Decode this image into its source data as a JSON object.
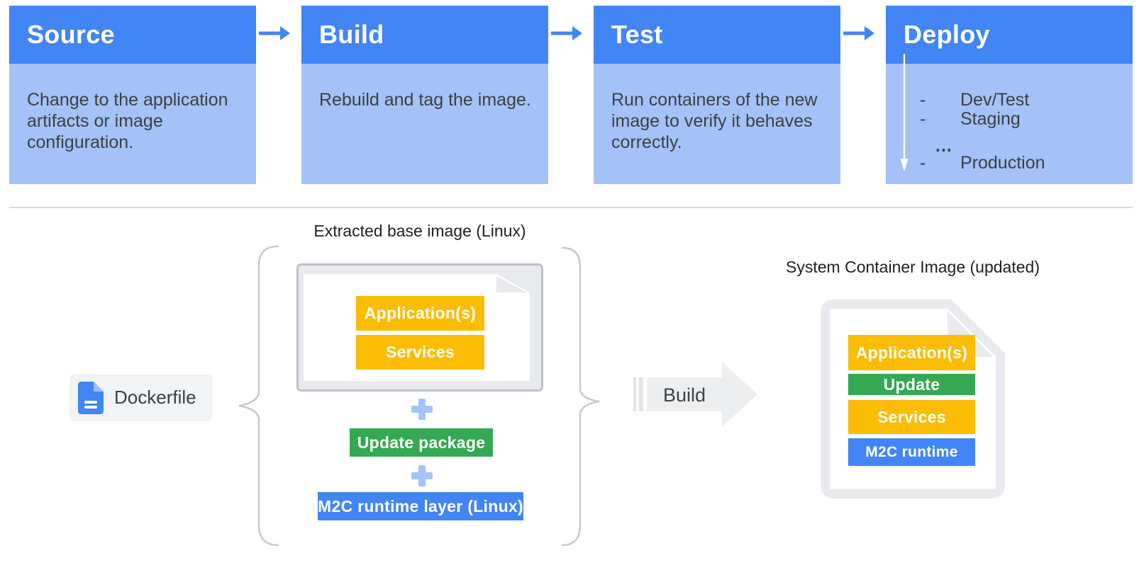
{
  "pipeline": {
    "stages": [
      {
        "title": "Source",
        "body": "Change to the application artifacts or image configuration."
      },
      {
        "title": "Build",
        "body": "Rebuild and tag the image."
      },
      {
        "title": "Test",
        "body": "Run containers of the new image to verify it behaves correctly."
      },
      {
        "title": "Deploy",
        "items": [
          {
            "dash": "-",
            "label": "Dev/Test"
          },
          {
            "dash": "-",
            "label": "Staging"
          },
          {
            "dash": "",
            "label": "..."
          },
          {
            "dash": "-",
            "label": "Production"
          }
        ]
      }
    ]
  },
  "build_flow": {
    "dockerfile": {
      "label": "Dockerfile",
      "icon": "document-icon"
    },
    "extracted_image": {
      "title": "Extracted base image (Linux)",
      "layers": [
        "Application(s)",
        "Services"
      ]
    },
    "plus_symbol": "+",
    "update_package": "Update package",
    "runtime_layer": "M2C runtime layer (Linux)",
    "build_arrow_label": "Build",
    "result_image": {
      "title": "System Container Image (updated)",
      "layers": [
        {
          "label": "Application(s)",
          "color": "#FBBC04"
        },
        {
          "label": "Update",
          "color": "#34A853"
        },
        {
          "label": "Services",
          "color": "#FBBC04"
        },
        {
          "label": "M2C runtime",
          "color": "#4285F4"
        }
      ]
    }
  },
  "colors": {
    "header_blue": "#4285F4",
    "body_blue": "#A4C2F8",
    "yellow": "#FBBC04",
    "green": "#34A853",
    "blue": "#4285F4",
    "light_gray": "#E8EAED",
    "text_dark": "#3C4043"
  }
}
